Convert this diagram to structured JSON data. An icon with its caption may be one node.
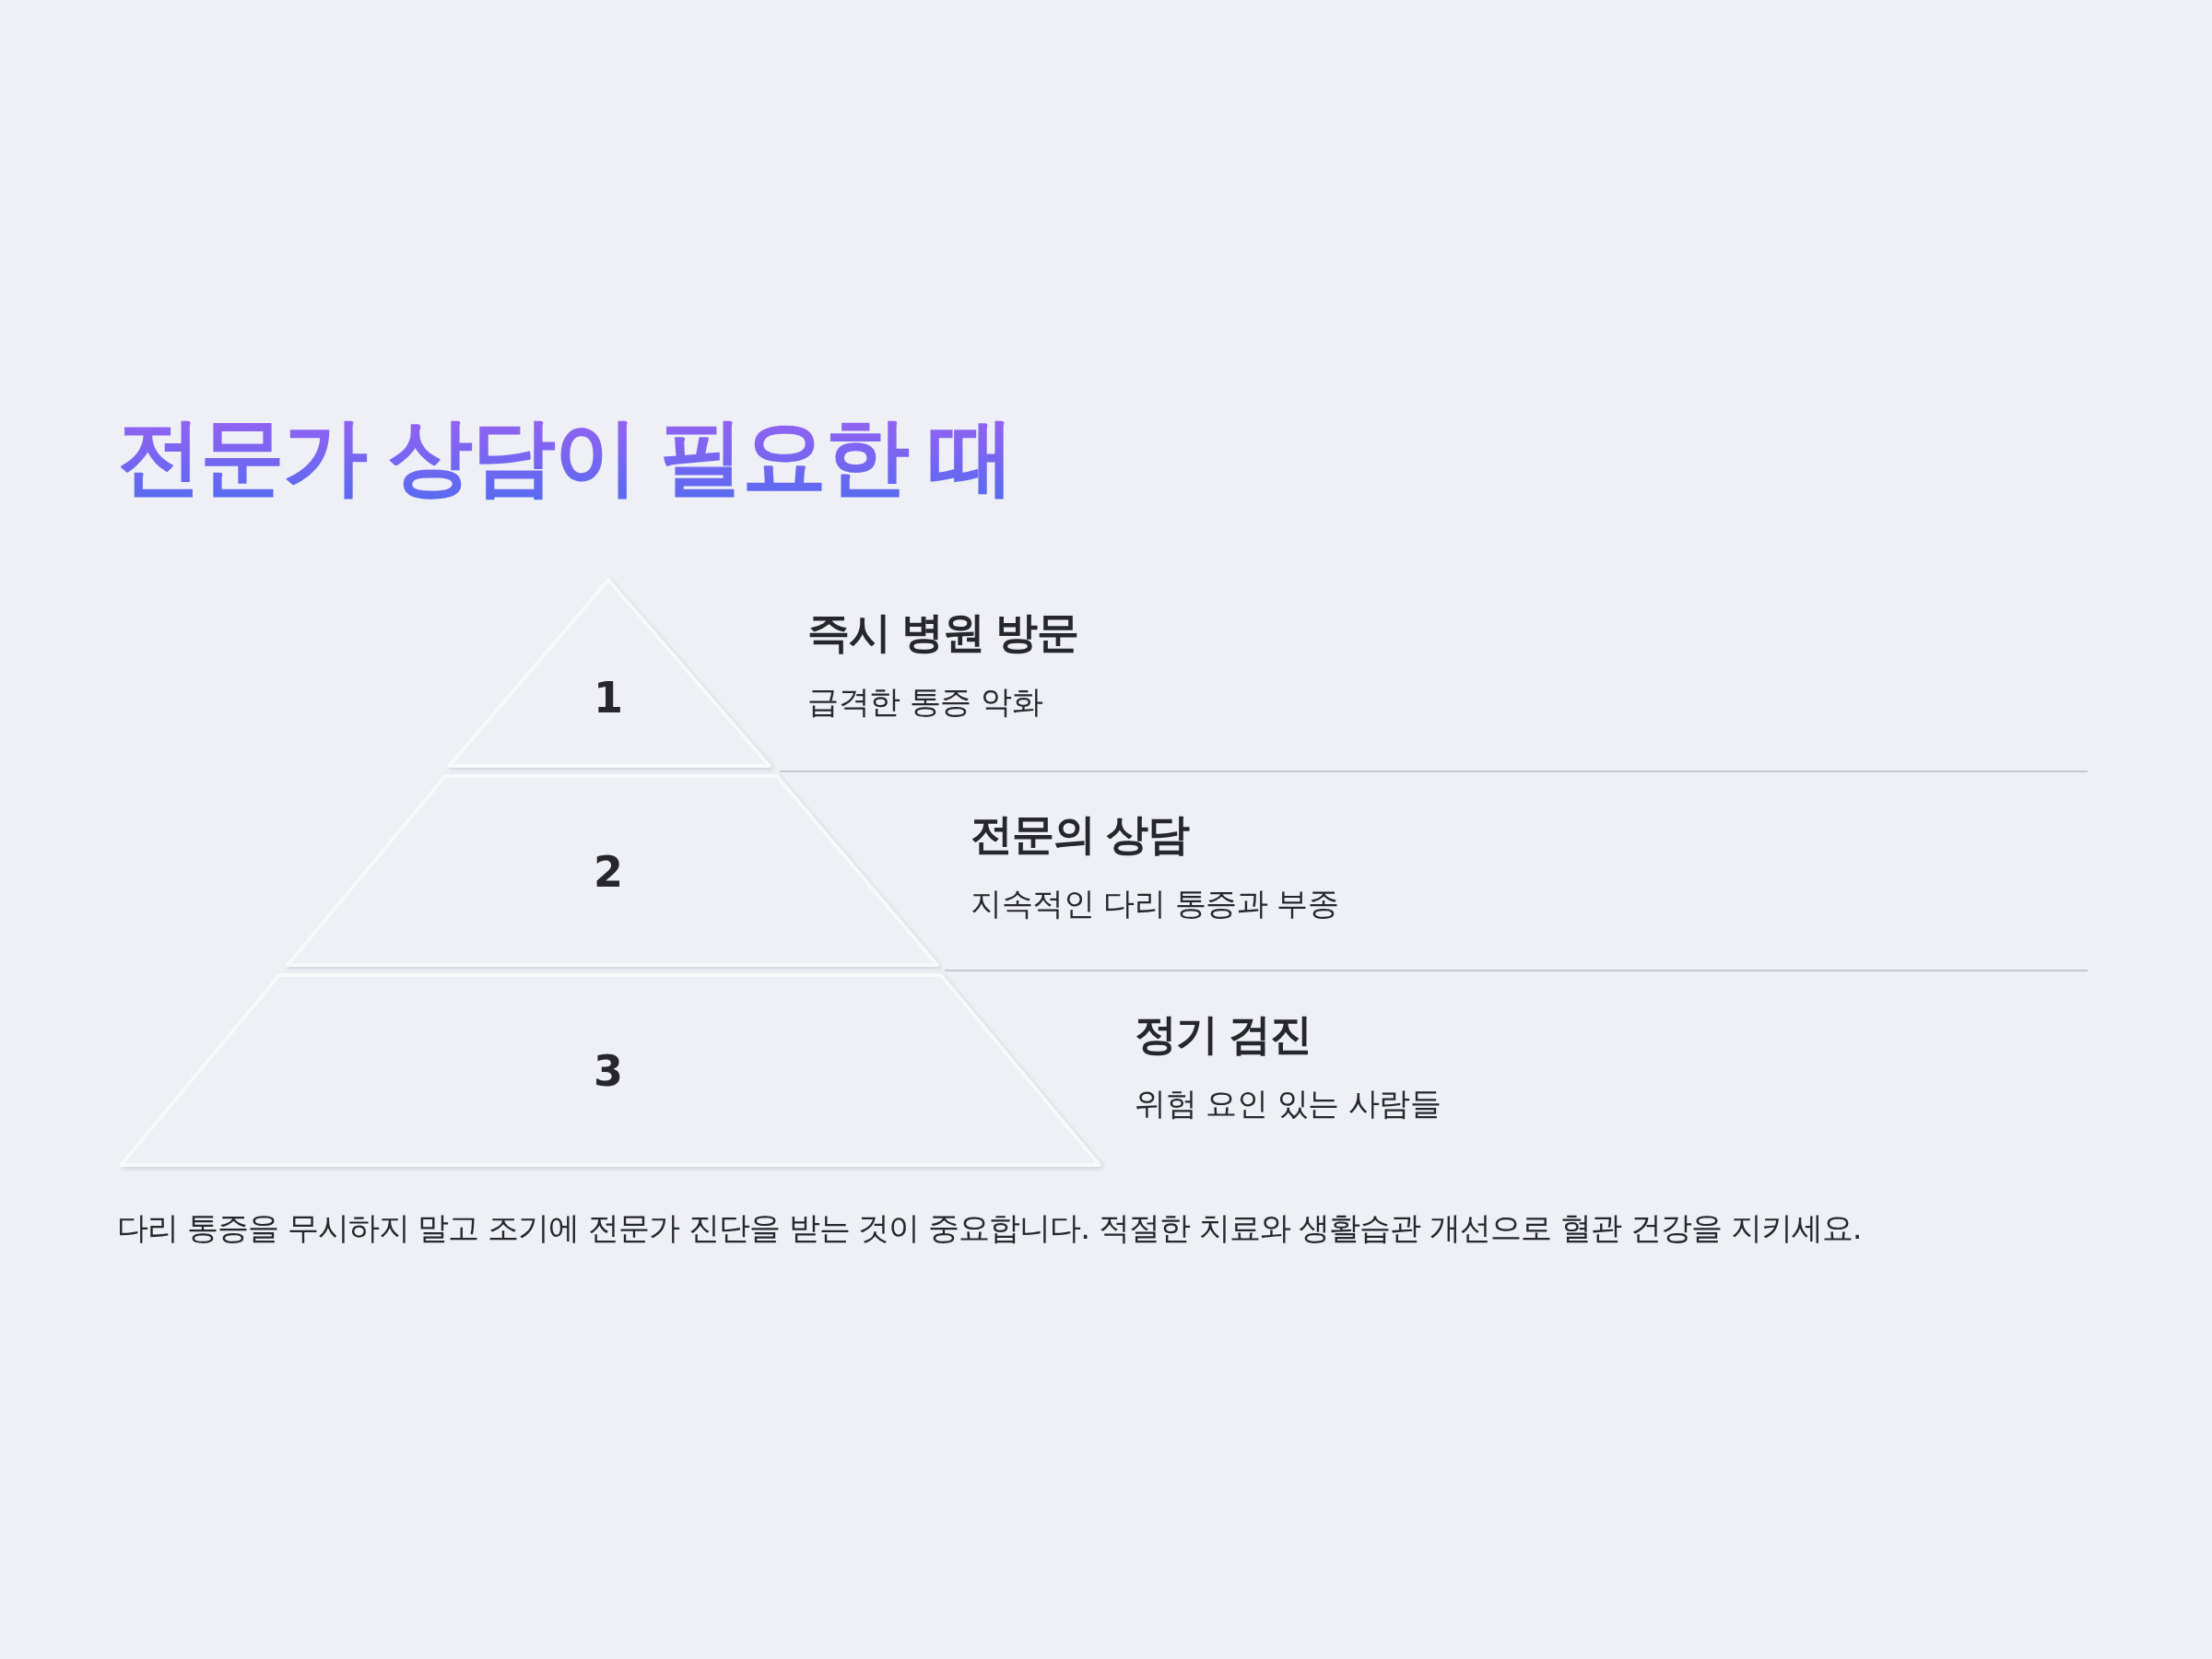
{
  "diagram": {
    "title": "전문가 상담이 필요한 때",
    "nodes": [
      {
        "text": [
          "1"
        ],
        "beside": [
          "즉시 병원 방문",
          "급격한 통증 악화"
        ]
      },
      {
        "text": [
          "2"
        ],
        "beside": [
          "전문의 상담",
          "지속적인 다리 통증과 부종"
        ]
      },
      {
        "text": [
          "3"
        ],
        "beside": [
          "정기 검진",
          "위험 요인 있는 사람들"
        ]
      }
    ],
    "caption": "다리 통증을 무시하지 말고 조기에 전문가 진단을 받는 것이 중요합니다. 적절한 치료와 생활습관 개선으로 혈관 건강을 지키세요."
  }
}
